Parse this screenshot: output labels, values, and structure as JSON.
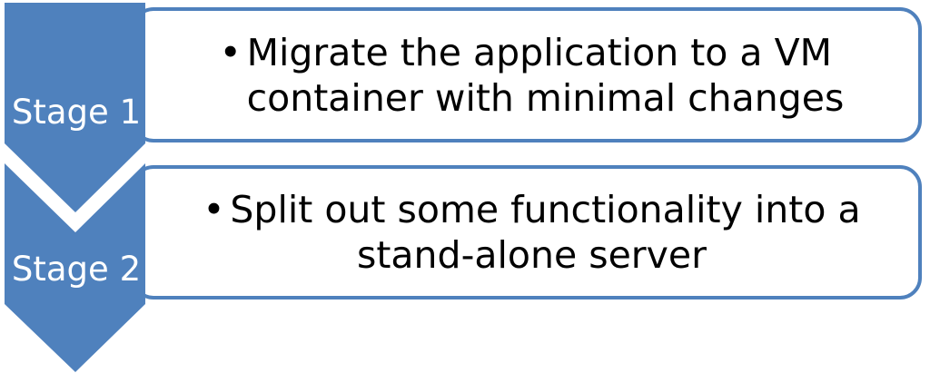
{
  "colors": {
    "chevron_fill": "#4F81BD",
    "box_stroke": "#4F81BD",
    "box_fill": "#FFFFFF",
    "label_color": "#FFFFFF",
    "text_color": "#000000"
  },
  "stages": [
    {
      "label": "Stage 1",
      "bullet": "•",
      "lines": [
        "Migrate the application to a VM",
        "container with minimal changes"
      ]
    },
    {
      "label": "Stage 2",
      "bullet": "•",
      "lines": [
        "Split out some functionality into a",
        "stand-alone server"
      ]
    }
  ]
}
